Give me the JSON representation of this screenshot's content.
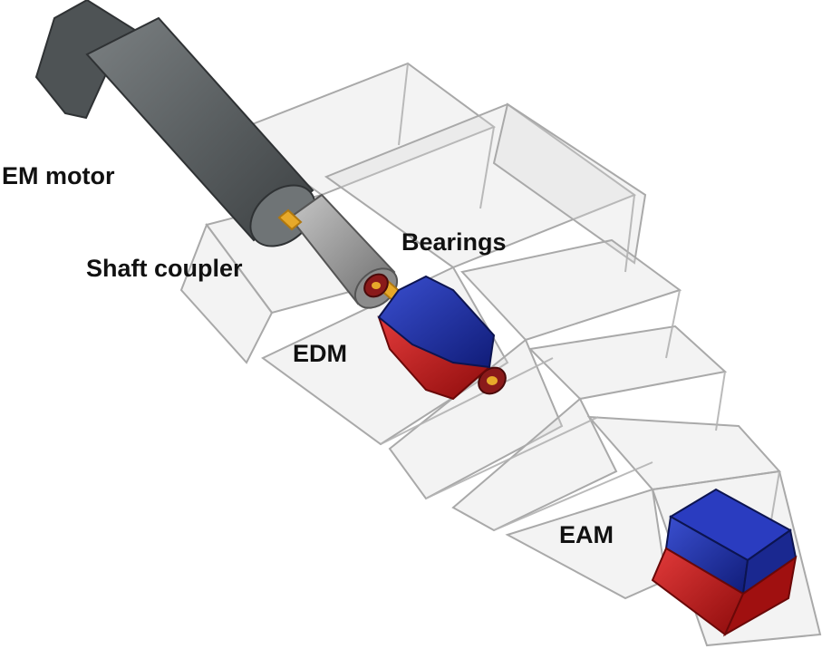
{
  "labels": {
    "em_motor": "EM motor",
    "shaft_coupler": "Shaft coupler",
    "bearings": "Bearings",
    "edm": "EDM",
    "eam": "EAM"
  },
  "colors": {
    "motor_gray": "#5f6466",
    "coupler_gray": "#9a9a9a",
    "shaft_gold": "#e7a92a",
    "bearing_red": "#8a1a1a",
    "magnet_blue": "#1a2b9a",
    "magnet_red": "#c81414",
    "housing_glass": "#d8d8d8"
  }
}
